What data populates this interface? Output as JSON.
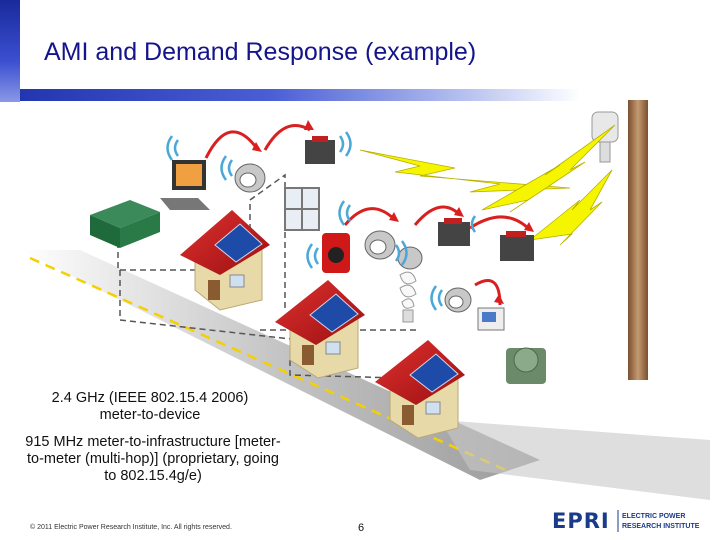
{
  "slide": {
    "title": "AMI and Demand Response (example)",
    "caption_device": "2.4 GHz (IEEE 802.15.4 2006) meter-to-device",
    "caption_infrastructure": "915 MHz meter-to-infrastructure [meter-to-meter (multi-hop)] (proprietary, going to 802.15.4g/e)",
    "footer_copyright": "© 2011 Electric Power Research Institute, Inc. All rights reserved.",
    "page_number": "6",
    "logo_mark": "EPRI",
    "logo_text_line1": "ELECTRIC POWER",
    "logo_text_line2": "RESEARCH INSTITUTE"
  },
  "colors": {
    "title": "#14148c",
    "accent_bar": "#2236b0",
    "roof": "#c8102e",
    "house_wall": "#e8d9a8",
    "arrow": "#d92020",
    "lightning": "#f5f500",
    "wifi": "#4aa8d8",
    "pole": "#a07048"
  }
}
